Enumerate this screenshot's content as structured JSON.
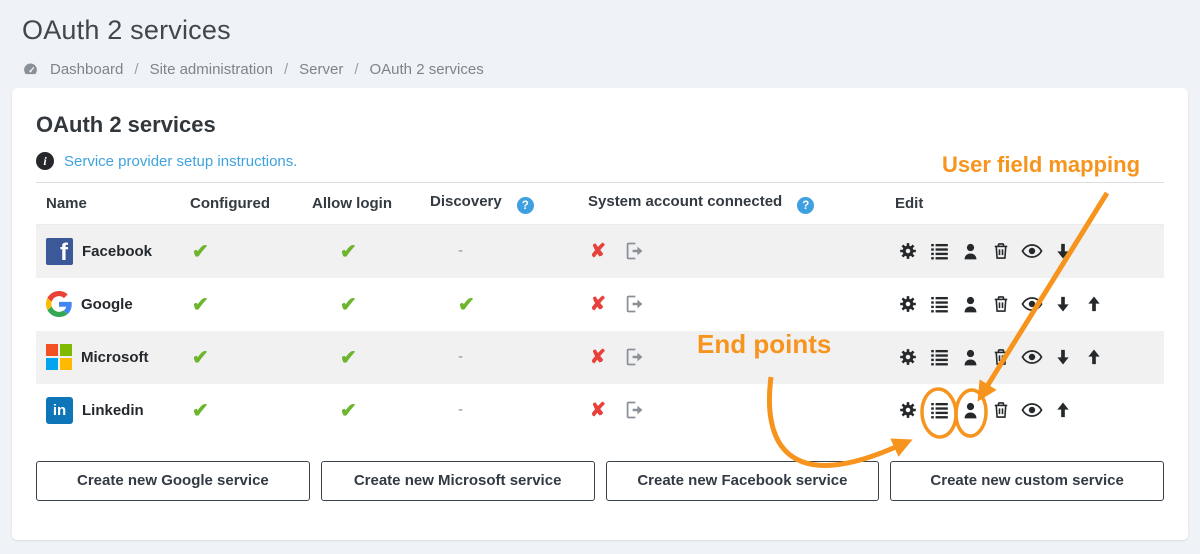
{
  "page": {
    "title": "OAuth 2 services",
    "breadcrumb_separator": "/",
    "breadcrumb": [
      "Dashboard",
      "Site administration",
      "Server",
      "OAuth 2 services"
    ]
  },
  "icons": {
    "info": "i",
    "help": "?"
  },
  "card": {
    "heading": "OAuth 2 services",
    "setup_link": "Service provider setup instructions.",
    "columns": {
      "name": "Name",
      "configured": "Configured",
      "allow_login": "Allow login",
      "discovery": "Discovery",
      "system_account": "System account connected",
      "edit": "Edit"
    },
    "rows": [
      {
        "name": "Facebook",
        "logo_text": "f",
        "configured": "✔",
        "allow_login": "✔",
        "discovery": "-",
        "system_account": "✘"
      },
      {
        "name": "Google",
        "configured": "✔",
        "allow_login": "✔",
        "discovery": "✔",
        "system_account": "✘"
      },
      {
        "name": "Microsoft",
        "configured": "✔",
        "allow_login": "✔",
        "discovery": "-",
        "system_account": "✘"
      },
      {
        "name": "Linkedin",
        "logo_text": "in",
        "configured": "✔",
        "allow_login": "✔",
        "discovery": "-",
        "system_account": "✘"
      }
    ],
    "buttons": [
      "Create new Google service",
      "Create new Microsoft service",
      "Create new Facebook service",
      "Create new custom service"
    ]
  },
  "annotations": {
    "user_field_mapping": "User field mapping",
    "end_points": "End points"
  },
  "colors": {
    "annotation_orange": "#F7941E",
    "check_green": "#6CB52D",
    "cross_red": "#E8413C",
    "link_blue": "#3FA3DF",
    "help_blue": "#3FA0E1",
    "facebook_blue": "#3B5998",
    "linkedin_blue": "#0E76B8"
  }
}
